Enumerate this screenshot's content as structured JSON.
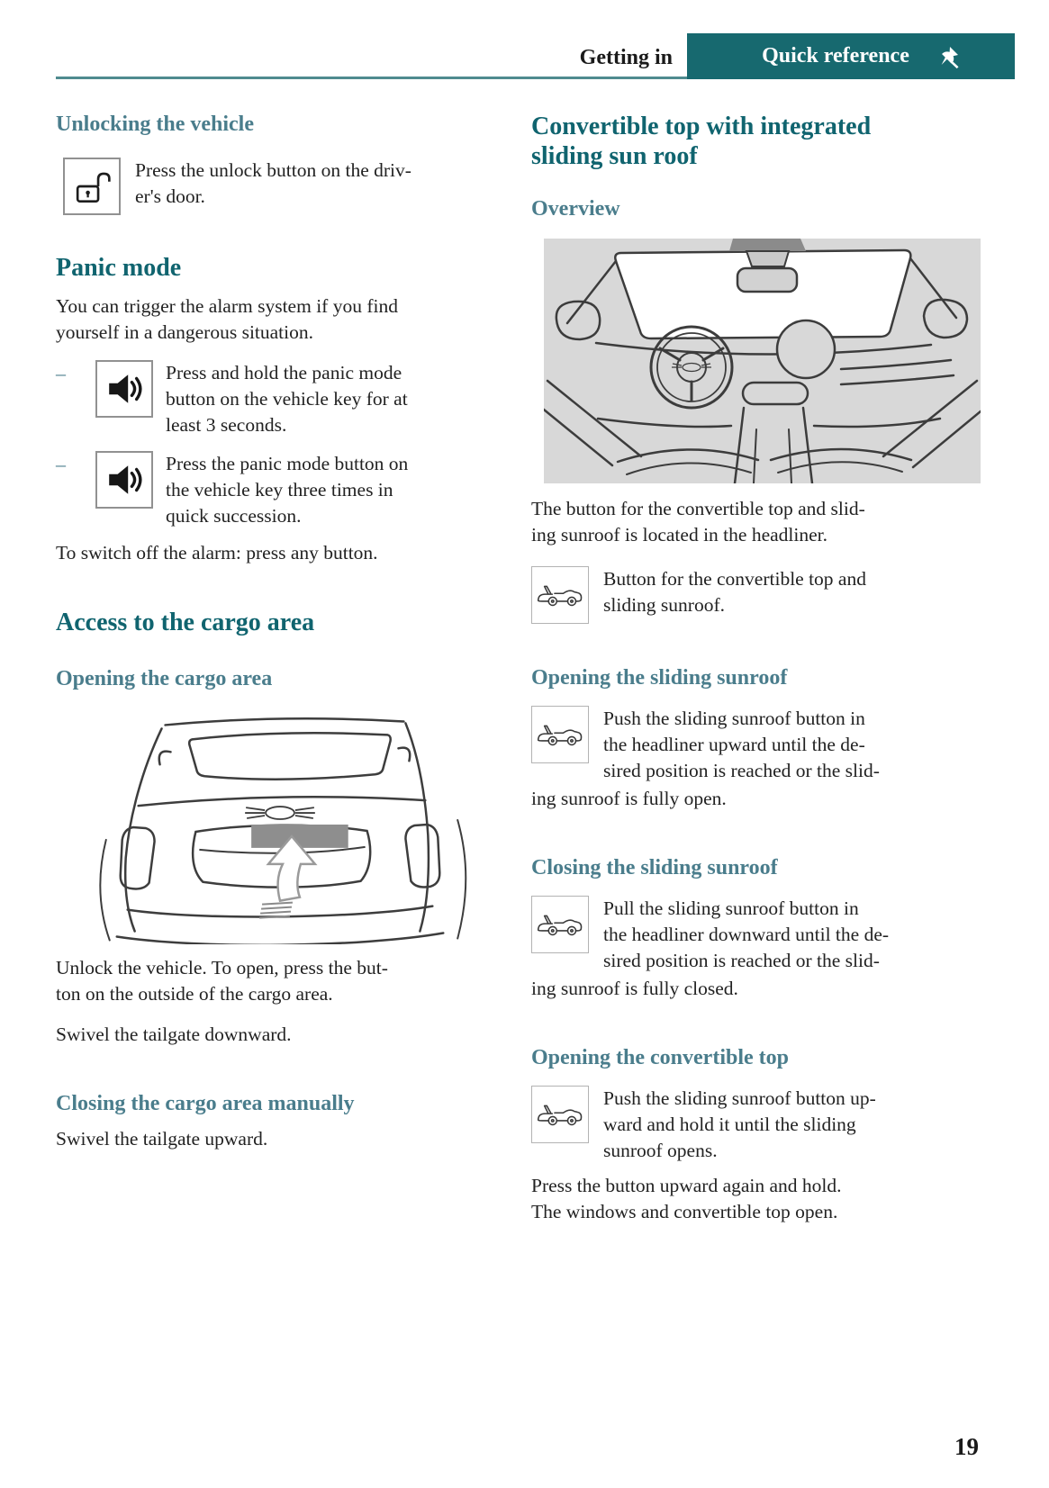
{
  "header": {
    "left_tab": "Getting in",
    "right_tab": "Quick reference"
  },
  "left": {
    "unlock_title": "Unlocking the vehicle",
    "unlock_text": "Press the unlock button on the driv-\ner's door.",
    "panic_title": "Panic mode",
    "panic_intro": "You can trigger the alarm system if you find\nyourself in a dangerous situation.",
    "bullet_dash": "–",
    "panic_b1": "Press and hold the panic mode\nbutton on the vehicle key for at\nleast 3 seconds.",
    "panic_b2": "Press the panic mode button on\nthe vehicle key three times in\nquick succession.",
    "panic_outro": "To switch off the alarm: press any button.",
    "cargo_title": "Access to the cargo area",
    "cargo_open_sub": "Opening the cargo area",
    "cargo_p1": "Unlock the vehicle. To open, press the but-\nton on the outside of the cargo area.",
    "cargo_p2": "Swivel the tailgate downward.",
    "cargo_close_sub": "Closing the cargo area manually",
    "cargo_close_p": "Swivel the tailgate upward."
  },
  "right": {
    "title": "Convertible top with integrated\nsliding sun roof",
    "overview_sub": "Overview",
    "overview_p": "The button for the convertible top and slid-\ning sunroof is located in the headliner.",
    "button_caption": "Button for the convertible top and\nsliding sunroof.",
    "open_sunroof_sub": "Opening the sliding sunroof",
    "open_sunroof_text": "Push the sliding sunroof button in\nthe headliner upward until the de-\nsired position is reached or the slid-",
    "open_sunroof_cont": "ing sunroof is fully open.",
    "close_sunroof_sub": "Closing the sliding sunroof",
    "close_sunroof_text": "Pull the sliding sunroof button in\nthe headliner downward until the de-\nsired position is reached or the slid-",
    "close_sunroof_cont": "ing sunroof is fully closed.",
    "open_top_sub": "Opening the convertible top",
    "open_top_text": "Push the sliding sunroof button up-\nward and hold it until the sliding\nsunroof opens.",
    "open_top_p": "Press the button upward again and hold.\nThe windows and convertible top open."
  },
  "footer": {
    "page_number": "19"
  },
  "icons": {
    "header_pin": "pushpin-icon",
    "unlock": "unlock-icon",
    "panic_alarm": "speaker-alarm-icon",
    "convertible_button": "convertible-car-icon"
  },
  "colors": {
    "heading_dark_teal": "#10646f",
    "heading_light_teal": "#4a7d8c",
    "header_box_teal": "#17696f",
    "rule_teal": "#4f8b8f",
    "body_text": "#222222",
    "illustration_bg": "#d8d8d8",
    "highlight_gray": "#8b8b8b"
  }
}
